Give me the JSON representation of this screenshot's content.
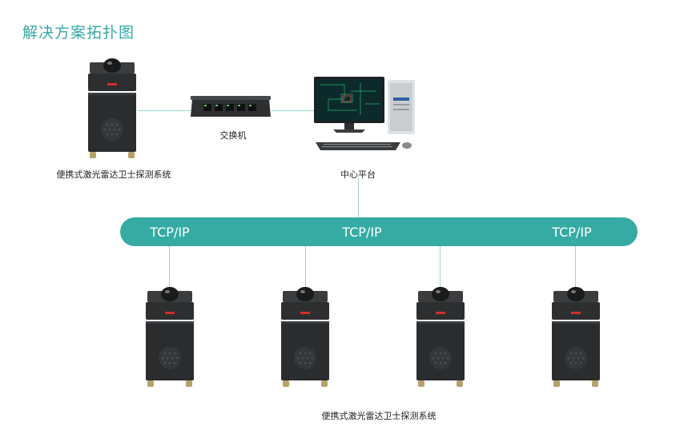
{
  "title": "解决方案拓扑图",
  "colors": {
    "accent": "#36aaa3",
    "bus": "#35aba3",
    "connector": "#9fd6d3",
    "device_body": "#2a2c2e"
  },
  "top": {
    "device_label": "便携式激光雷达卫士探测系统",
    "switch_label": "交换机",
    "platform_label": "中心平台"
  },
  "bus": {
    "labels": [
      "TCP/IP",
      "TCP/IP",
      "TCP/IP"
    ]
  },
  "bottom": {
    "device_label": "便携式激光雷达卫士探测系统",
    "device_count": 4
  },
  "icons": [
    "lidar-device-icon",
    "network-switch-icon",
    "desktop-computer-icon"
  ]
}
